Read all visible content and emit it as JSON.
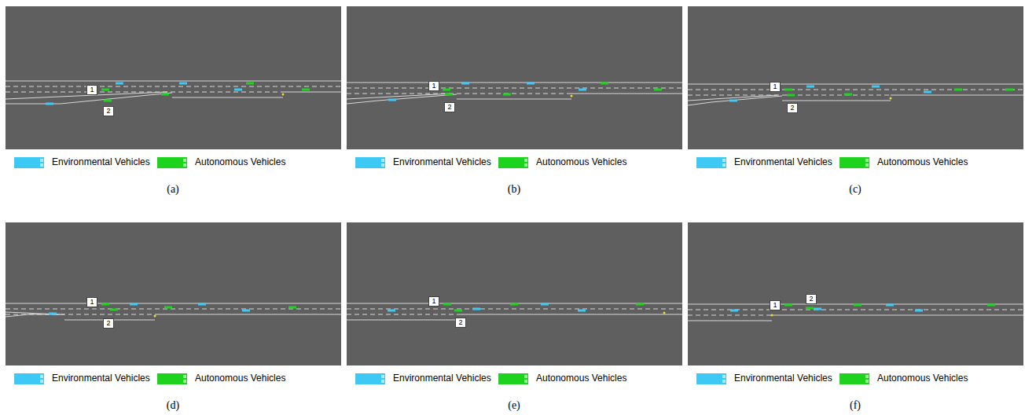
{
  "diagram": {
    "nodes": [
      {
        "text": [
          "1"
        ]
      },
      {
        "text": [
          "2"
        ]
      },
      {
        "text": [
          "1"
        ]
      },
      {
        "text": [
          "2"
        ]
      },
      {
        "text": [
          "1"
        ]
      },
      {
        "text": [
          "2"
        ]
      },
      {
        "text": [
          "1"
        ]
      },
      {
        "text": [
          "2"
        ]
      },
      {
        "text": [
          "1"
        ]
      },
      {
        "text": [
          "2"
        ]
      },
      {
        "text": [
          "1"
        ]
      },
      {
        "text": [
          "2"
        ]
      }
    ],
    "labels": [
      "(a)",
      "(b)",
      "(c)",
      "(d)",
      "(e)",
      "(f)"
    ],
    "legend": [
      {
        "text": "Environmental Vehicles",
        "color": "#3ec9f5"
      },
      {
        "text": "Autonomous Vehicles",
        "color": "#1ed31e"
      },
      {
        "text": "Environmental Vehicles",
        "color": "#3ec9f5"
      },
      {
        "text": "Autonomous Vehicles",
        "color": "#1ed31e"
      },
      {
        "text": "Environmental Vehicles",
        "color": "#3ec9f5"
      },
      {
        "text": "Autonomous Vehicles",
        "color": "#1ed31e"
      },
      {
        "text": "Environmental Vehicles",
        "color": "#3ec9f5"
      },
      {
        "text": "Autonomous Vehicles",
        "color": "#1ed31e"
      },
      {
        "text": "Environmental Vehicles",
        "color": "#3ec9f5"
      },
      {
        "text": "Autonomous Vehicles",
        "color": "#1ed31e"
      },
      {
        "text": "Environmental Vehicles",
        "color": "#3ec9f5"
      },
      {
        "text": "Autonomous Vehicles",
        "color": "#1ed31e"
      }
    ]
  }
}
